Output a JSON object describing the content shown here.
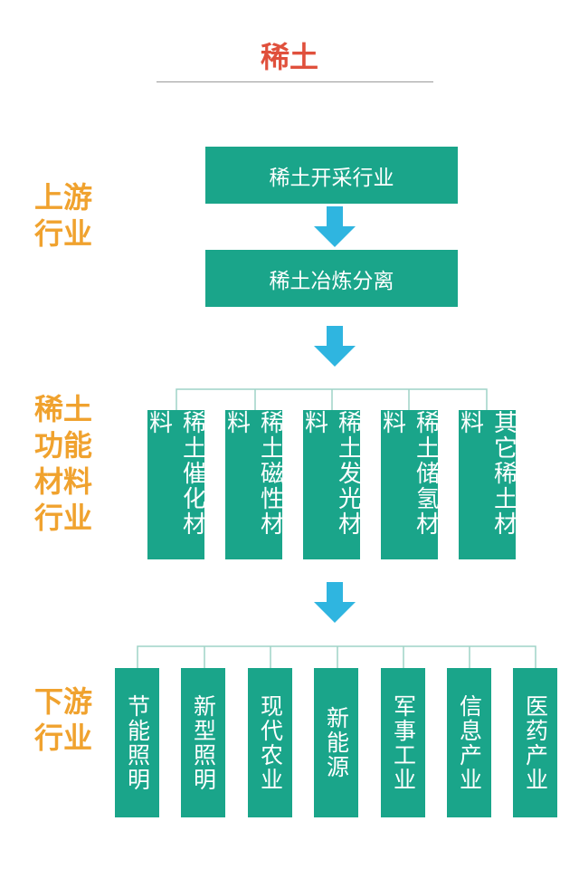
{
  "title": "稀土",
  "colors": {
    "title": "#e0503c",
    "side_label": "#f0a22e",
    "box": "#1aa58a",
    "arrow": "#2fb5e0",
    "connector": "#9fd3c7"
  },
  "upstream": {
    "label_lines": [
      "上游",
      "行业"
    ],
    "boxes": [
      "稀土开采行业",
      "稀土冶炼分离"
    ]
  },
  "functional": {
    "label_lines": [
      "稀土",
      "功能",
      "材料",
      "行业"
    ],
    "boxes": [
      "稀土催化材料",
      "稀土磁性材料",
      "稀土发光材料",
      "稀土储氢材料",
      "其它稀土材料"
    ]
  },
  "downstream": {
    "label_lines": [
      "下游",
      "行业"
    ],
    "boxes": [
      "节能照明",
      "新型照明",
      "现代农业",
      "新能源",
      "军事工业",
      "信息产业",
      "医药产业"
    ]
  }
}
